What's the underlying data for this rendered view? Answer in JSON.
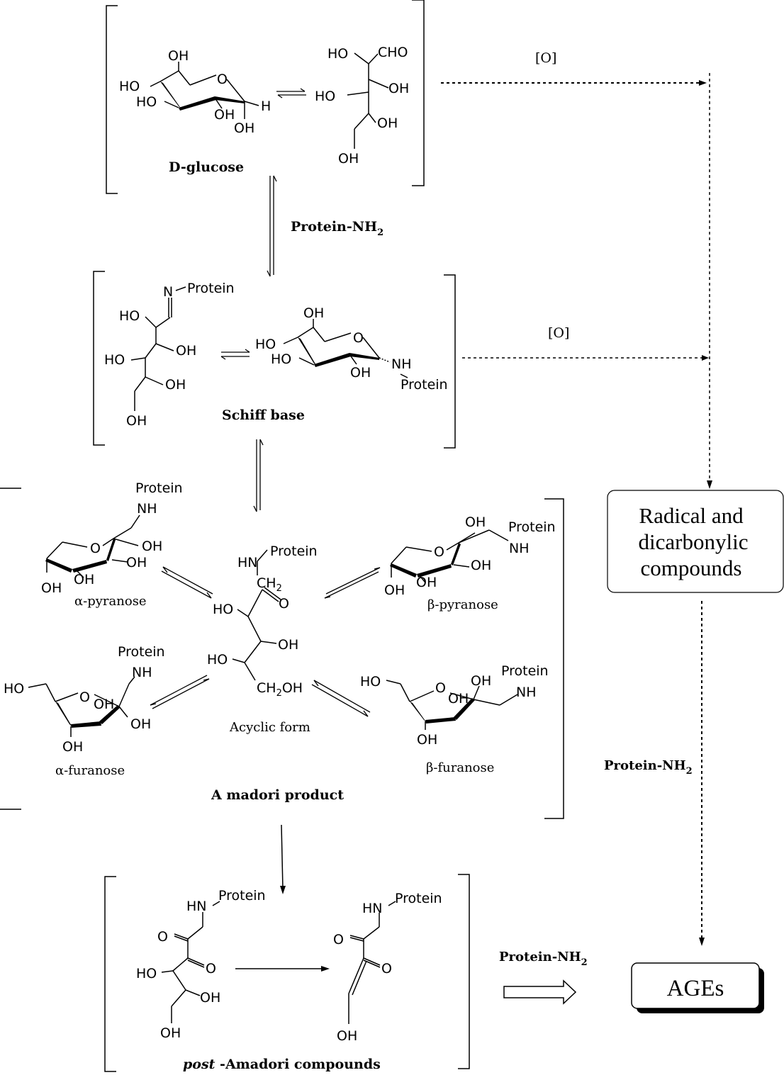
{
  "labels": {
    "d_glucose": "D-glucose",
    "protein_nh2_1": "Protein-NH",
    "protein_nh2_2": "Protein-NH",
    "protein_nh2_3": "Protein-NH",
    "sub2": "2",
    "oxidation_1": "[O]",
    "oxidation_2": "[O]",
    "schiff_base": "Schiff base",
    "alpha_pyranose": "α-pyranose",
    "beta_pyranose": "β-pyranose",
    "alpha_furanose": "α-furanose",
    "beta_furanose": "β-furanose",
    "acyclic_form": "Acyclic form",
    "amadori_product": "A madori product",
    "post_amadori_italic": "post",
    "post_amadori_rest": " -Amadori compounds",
    "radical_line1": "Radical and",
    "radical_line2": "dicarbonylic",
    "radical_line3": "compounds",
    "ages": "AGEs"
  },
  "atoms": {
    "oh": "OH",
    "ho": "HO",
    "o": "O",
    "h": "H",
    "cho": "CHO",
    "nh": "NH",
    "hn": "HN",
    "n": "N",
    "protein": "Protein",
    "ch2": "CH",
    "ch2oh": "CH",
    "oh_tail": "OH"
  }
}
